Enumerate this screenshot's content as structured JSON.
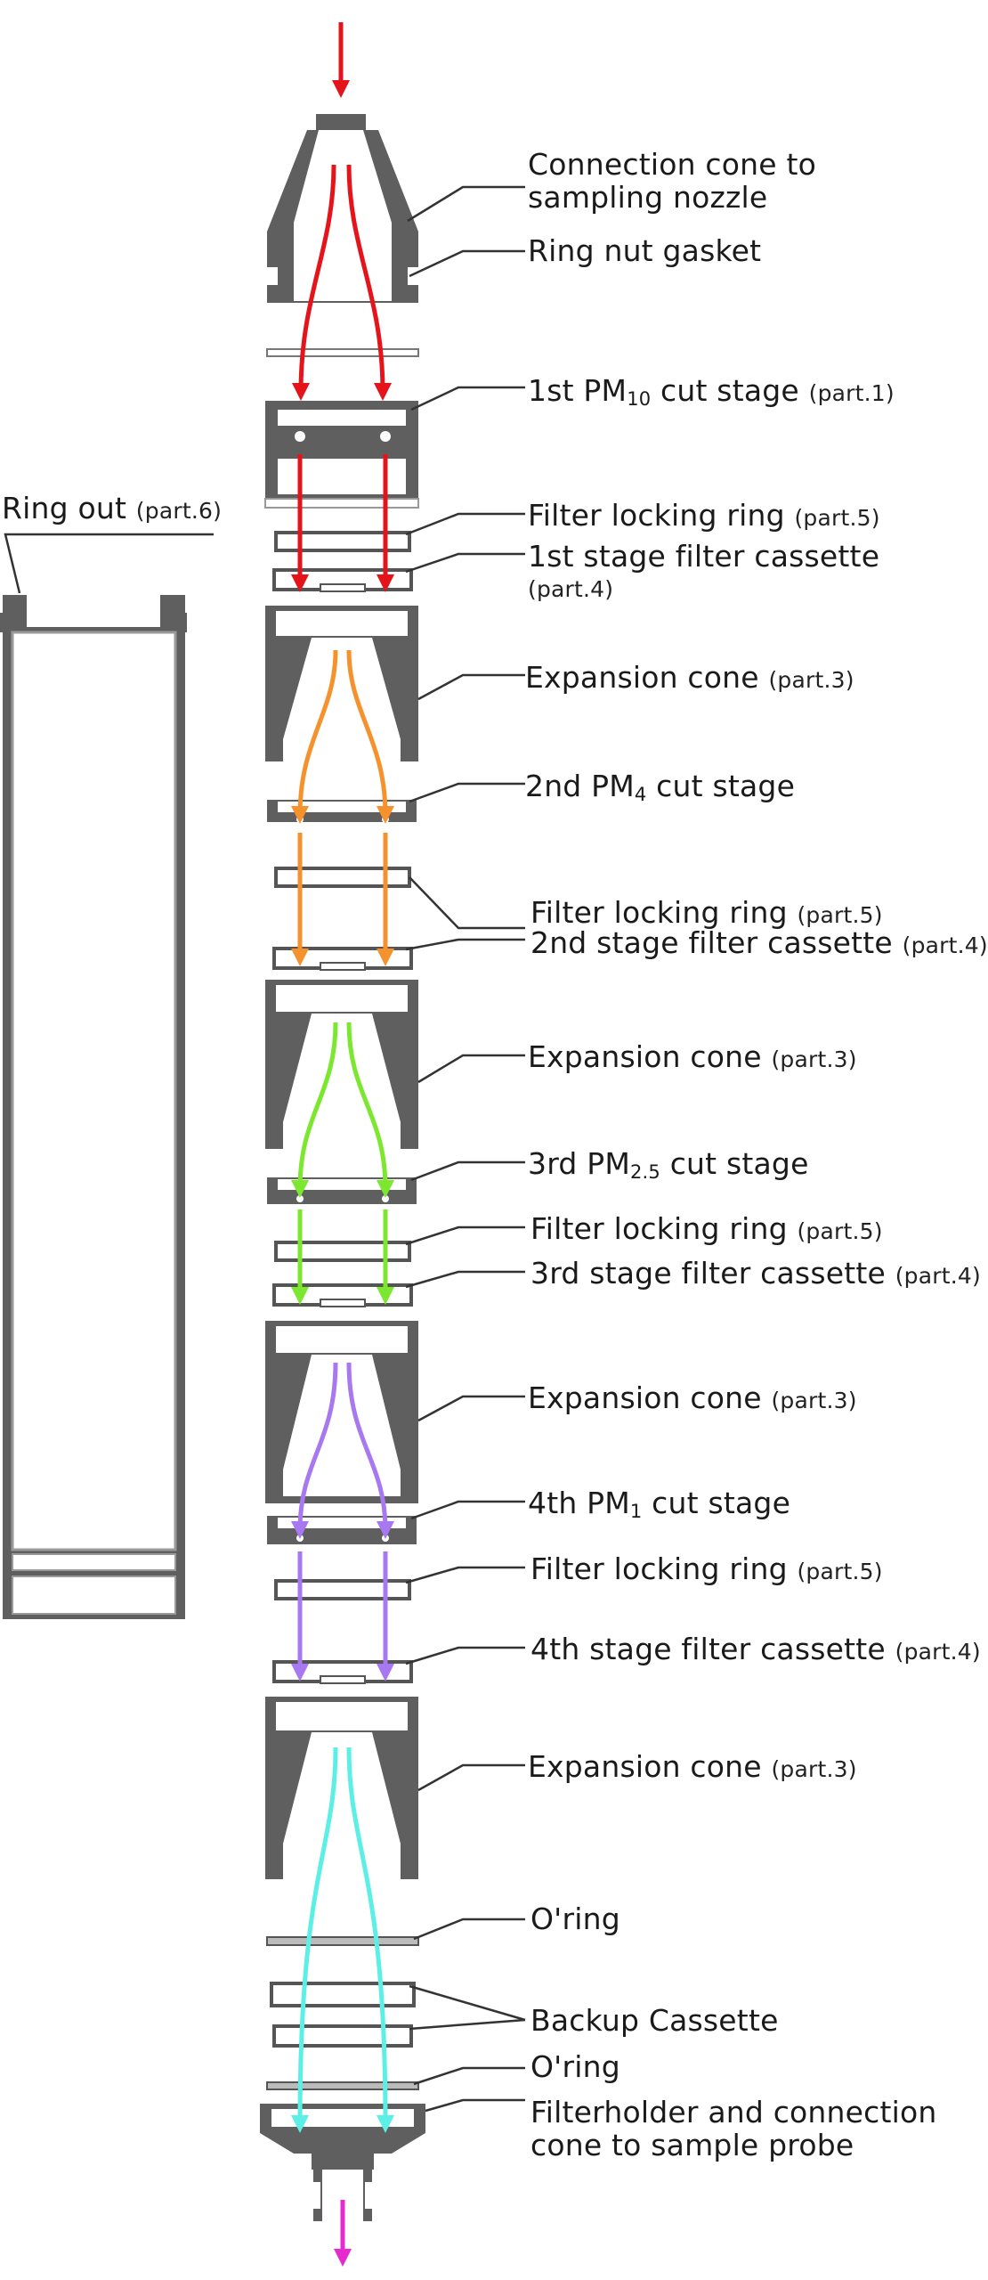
{
  "colors": {
    "body": "#5f5f5f",
    "line": "#333333",
    "flow": [
      "#e5141b",
      "#f5922e",
      "#7be82f",
      "#a778f0",
      "#5cefe6"
    ],
    "in_arrow": "#e5141b",
    "out_arrow": "#e62ad0"
  },
  "labels": {
    "cone_nozzle_1": "Connection cone to",
    "cone_nozzle_2": "sampling nozzle",
    "ring_nut": "Ring nut gasket",
    "stage1_a": "1st PM",
    "stage1_sub": "10",
    "stage1_b": " cut stage ",
    "stage1_part": "(part.1)",
    "ring_out": "Ring out ",
    "ring_out_part": "(part.6)",
    "flr_1": "Filter locking ring ",
    "flr_1_part": "(part.5)",
    "cass1_1": "1st stage filter cassette",
    "cass1_part": "(part.4)",
    "exp_1": "Expansion cone ",
    "exp_1_part": "(part.3)",
    "stage2_a": "2nd PM",
    "stage2_sub": "4",
    "stage2_b": " cut stage",
    "flr_2": "Filter locking ring ",
    "flr_2_part": "(part.5)",
    "cass2": "2nd stage filter cassette ",
    "cass2_part": "(part.4)",
    "exp_2": "Expansion cone ",
    "exp_2_part": "(part.3)",
    "stage3_a": "3rd PM",
    "stage3_sub": "2.5",
    "stage3_b": " cut stage",
    "flr_3": "Filter locking ring ",
    "flr_3_part": "(part.5)",
    "cass3": "3rd stage filter cassette ",
    "cass3_part": "(part.4)",
    "exp_3": "Expansion cone ",
    "exp_3_part": "(part.3)",
    "stage4_a": "4th PM",
    "stage4_sub": "1",
    "stage4_b": " cut stage",
    "flr_4": "Filter locking ring ",
    "flr_4_part": "(part.5)",
    "cass4": "4th stage filter cassette ",
    "cass4_part": "(part.4)",
    "exp_4": "Expansion cone ",
    "exp_4_part": "(part.3)",
    "oring_1": "O'ring",
    "backup": "Backup Cassette",
    "oring_2": "O'ring",
    "holder_1": "Filterholder and connection",
    "holder_2": "cone to sample probe"
  }
}
